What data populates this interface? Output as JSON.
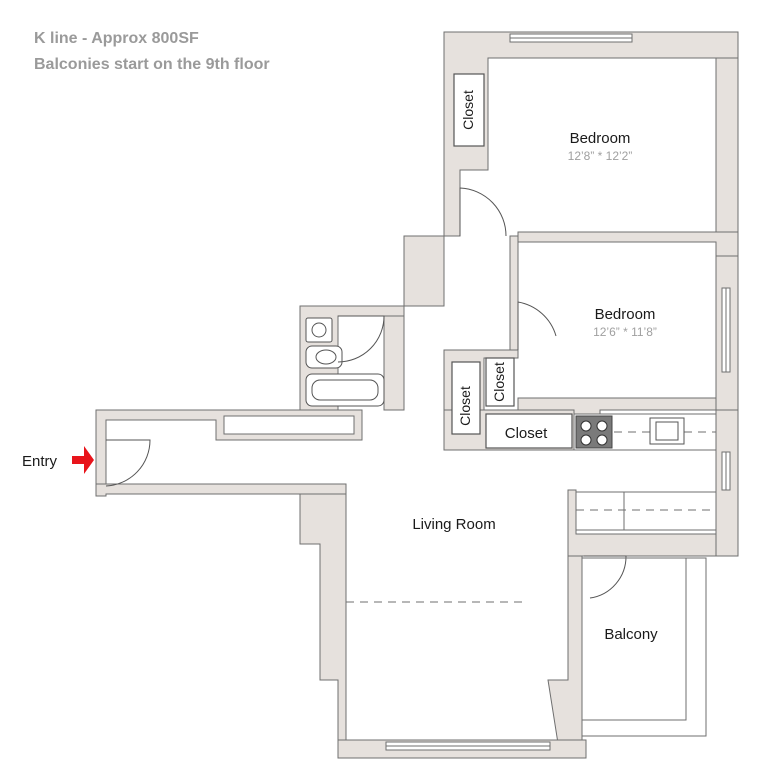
{
  "header": {
    "line1": "K line - Approx 800SF",
    "line2": "Balconies start on the 9th floor"
  },
  "rooms": {
    "bedroom1": {
      "name": "Bedroom",
      "dims": "12’8”  *  12’2”"
    },
    "bedroom2": {
      "name": "Bedroom",
      "dims": "12’6”  *  11’8”"
    },
    "living": {
      "name": "Living Room"
    },
    "balcony": {
      "name": "Balcony"
    }
  },
  "closets": {
    "top": "Closet",
    "mid_left": "Closet",
    "mid_right": "Closet",
    "bottom": "Closet"
  },
  "entry": {
    "label": "Entry",
    "arrow_color": "#e8141b"
  },
  "colors": {
    "wall_fill": "#e6e1dd",
    "wall_stroke": "#6f6f6f",
    "header_text": "#9a9a9a"
  }
}
